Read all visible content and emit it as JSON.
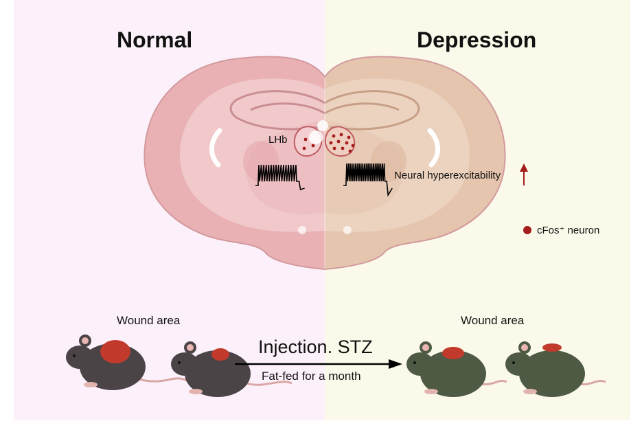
{
  "panels": {
    "left_title": "Normal",
    "right_title": "Depression"
  },
  "brain": {
    "region_label": "LHb",
    "excitability_label": "Neural hyperexcitability",
    "excitability_icon": "up-arrow-icon"
  },
  "legend": {
    "marker_label": "cFos⁺ neuron",
    "marker_color": "#a51c1c"
  },
  "mice": {
    "left_wound_label": "Wound area",
    "right_wound_label": "Wound area"
  },
  "treatment": {
    "injection_label": "Injection. STZ",
    "diet_label": "Fat-fed for a month"
  },
  "colors": {
    "left_bg": "#fcf1fb",
    "right_bg": "#fbfaea",
    "brain_left": "#e9b1b4",
    "brain_right": "#e5c5ae",
    "wound": "#c23a2c",
    "cfos": "#a51c1c",
    "arrow": "#a51c1c"
  }
}
